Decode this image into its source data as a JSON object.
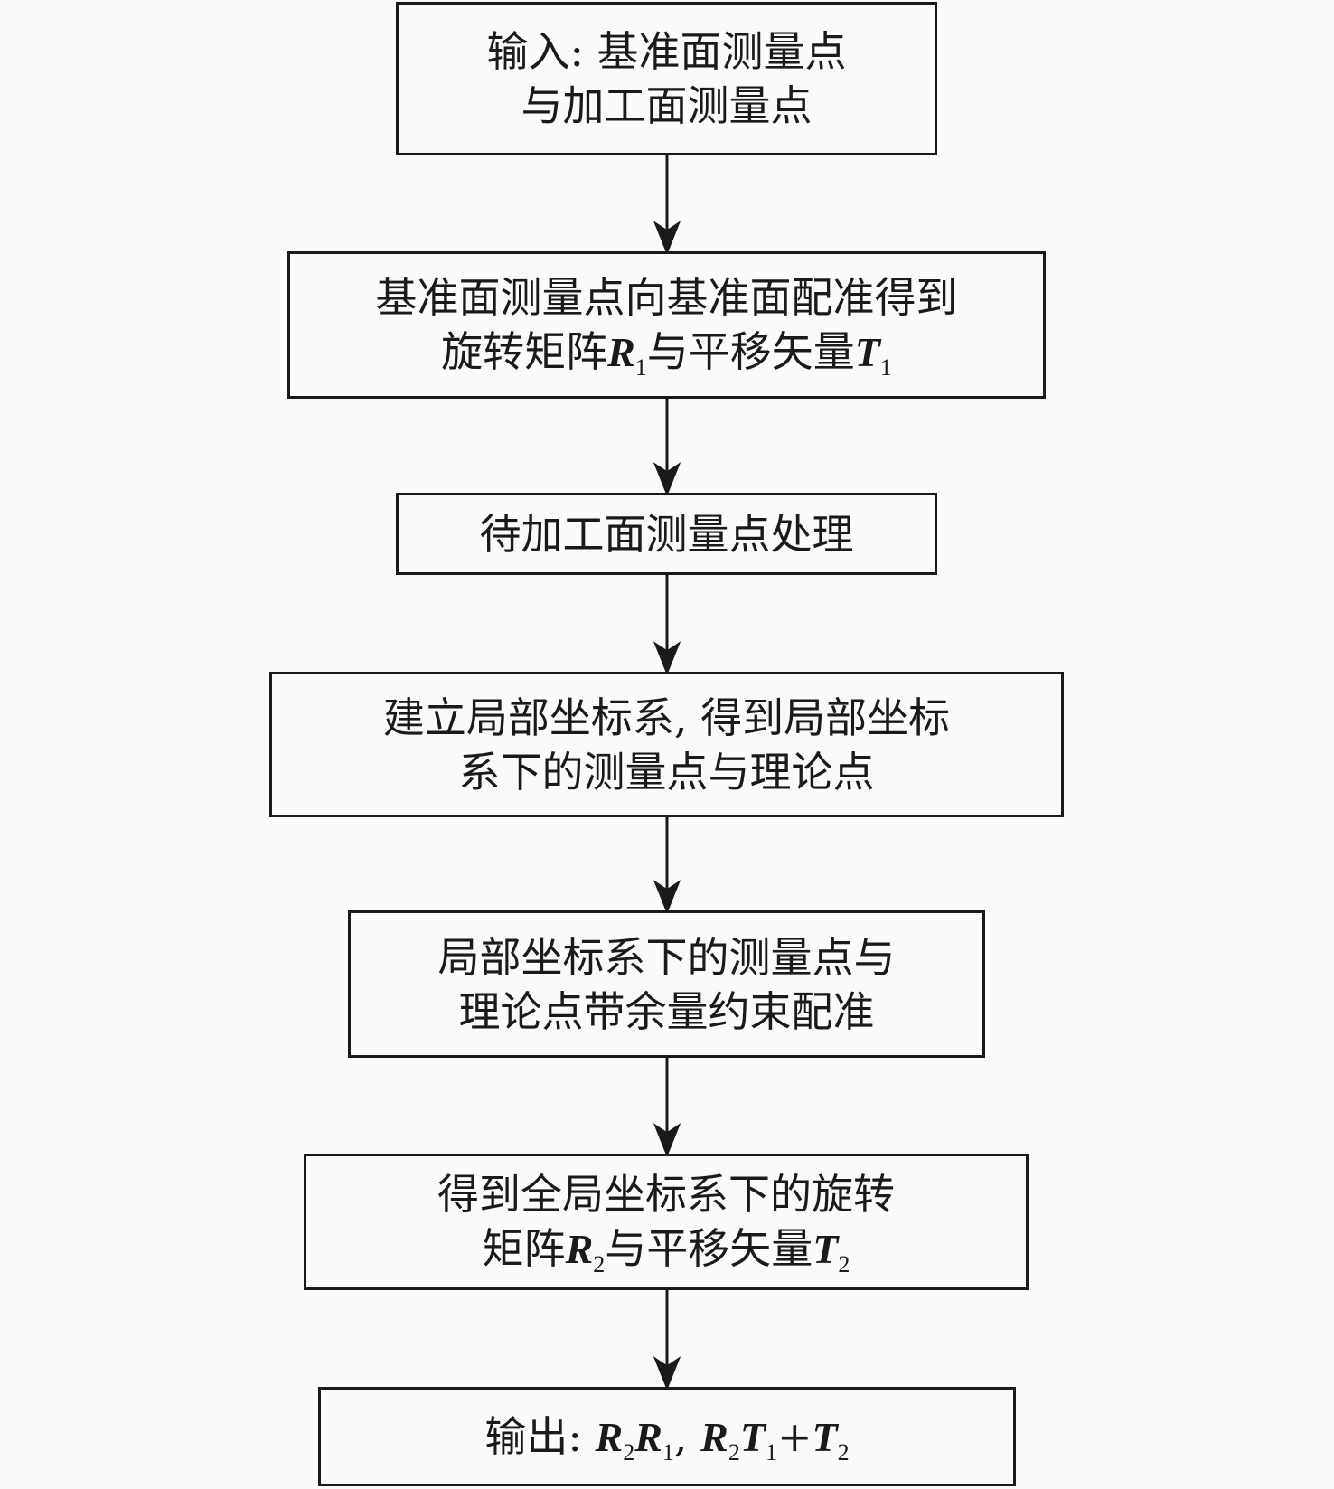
{
  "nodes": [
    {
      "line1": "输入: 基准面测量点",
      "line2": "与加工面测量点"
    },
    {
      "line1": "基准面测量点向基准面配准得到",
      "line2_a": "旋转矩阵",
      "R": "R",
      "R_sub": "1",
      "line2_b": "与平移矢量",
      "T": "T",
      "T_sub": "1"
    },
    {
      "line1": "待加工面测量点处理"
    },
    {
      "line1": "建立局部坐标系, 得到局部坐标",
      "line2": "系下的测量点与理论点"
    },
    {
      "line1": "局部坐标系下的测量点与",
      "line2": "理论点带余量约束配准"
    },
    {
      "line1": "得到全局坐标系下的旋转",
      "line2_a": "矩阵",
      "R": "R",
      "R_sub": "2",
      "line2_b": "与平移矢量",
      "T": "T",
      "T_sub": "2"
    },
    {
      "prefix": "输出: ",
      "a": "R",
      "a_sub": "2",
      "b": "R",
      "b_sub": "1",
      "sep": ", ",
      "c": "R",
      "c_sub": "2",
      "d": "T",
      "d_sub": "1",
      "plus": "+",
      "e": "T",
      "e_sub": "2"
    }
  ]
}
